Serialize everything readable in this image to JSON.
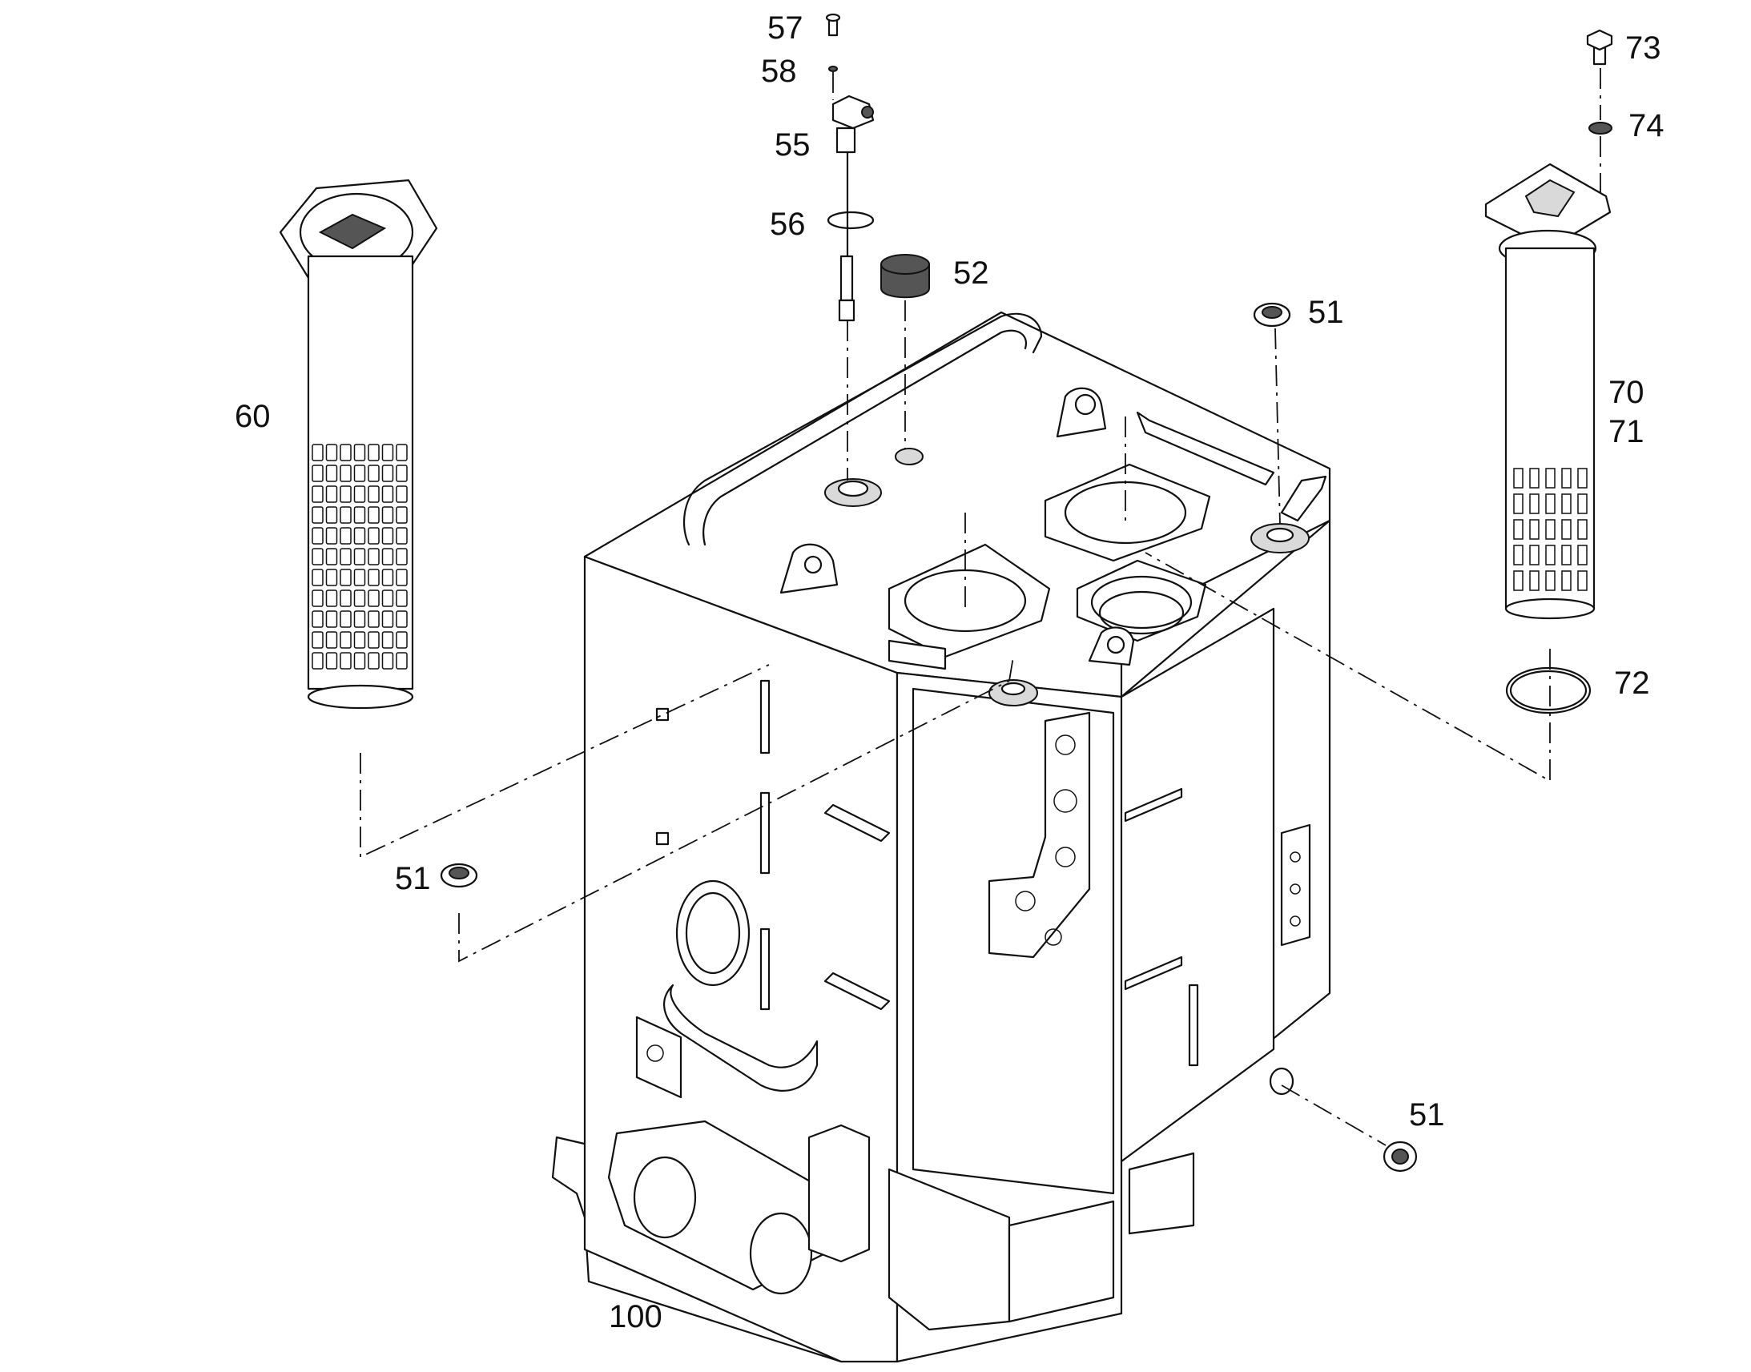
{
  "callouts": {
    "p57": "57",
    "p58": "58",
    "p55": "55",
    "p56": "56",
    "p52": "52",
    "p51_top": "51",
    "p73": "73",
    "p74": "74",
    "p70": "70",
    "p71": "71",
    "p72": "72",
    "p60": "60",
    "p51_left": "51",
    "p51_right": "51",
    "p100": "100"
  },
  "colors": {
    "line": "#111111",
    "background": "#ffffff",
    "shade": "#d9d9d9"
  }
}
